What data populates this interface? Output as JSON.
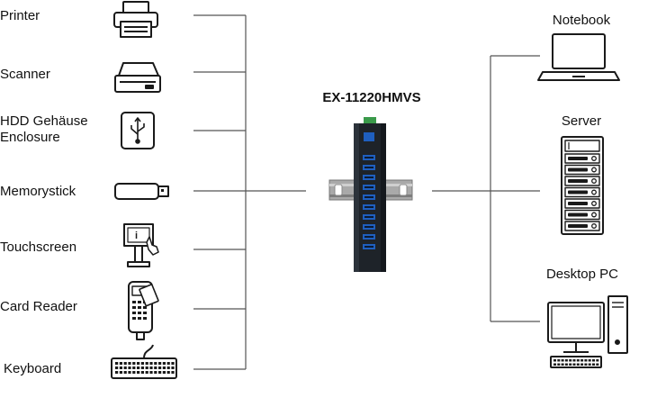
{
  "device": {
    "model": "EX-11220HMVS"
  },
  "left_devices": [
    {
      "label": "Printer",
      "icon": "printer-icon"
    },
    {
      "label": "Scanner",
      "icon": "scanner-icon"
    },
    {
      "label": "HDD Gehäuse\nEnclosure",
      "icon": "hdd-enclosure-icon"
    },
    {
      "label": "Memorystick",
      "icon": "usb-stick-icon"
    },
    {
      "label": "Touchscreen",
      "icon": "touchscreen-kiosk-icon"
    },
    {
      "label": "Card Reader",
      "icon": "card-reader-icon"
    },
    {
      "label": "Keyboard",
      "icon": "keyboard-icon"
    }
  ],
  "right_devices": [
    {
      "label": "Notebook",
      "icon": "notebook-icon"
    },
    {
      "label": "Server",
      "icon": "server-icon"
    },
    {
      "label": "Desktop PC",
      "icon": "desktop-pc-icon"
    }
  ],
  "colors": {
    "line": "#555555",
    "icon": "#1a1a1a",
    "hub_body": "#1e2329",
    "usb_port": "#1f5fbf",
    "terminal": "#3a9a4a",
    "rail": "#9a9a9a"
  }
}
